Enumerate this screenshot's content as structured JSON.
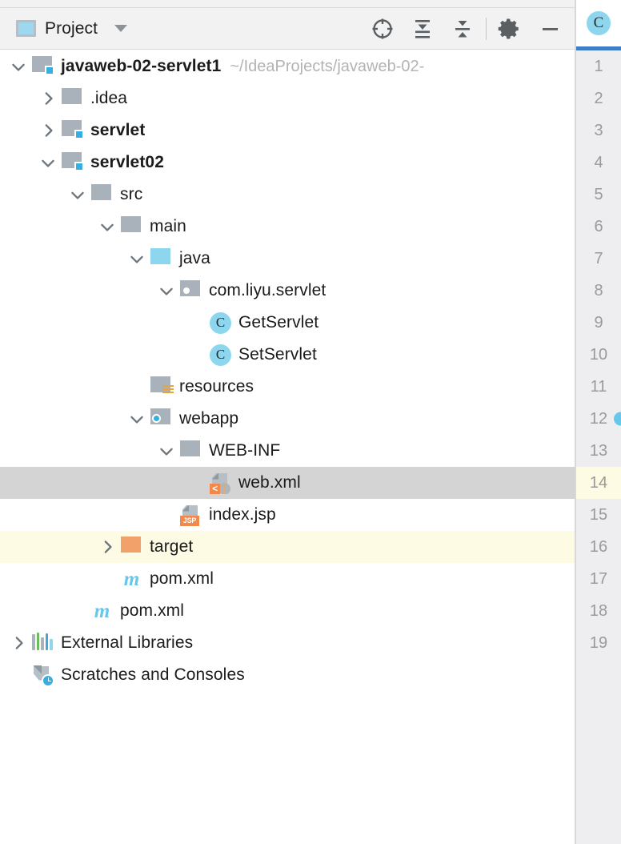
{
  "window": {
    "tool_window_title": "Project",
    "title_dropdown_icon": "chevron-down-icon",
    "panel_icon": "project-window-icon"
  },
  "toolbar": {
    "actions": [
      {
        "name": "select-opened-file-icon",
        "label": "Select Opened File"
      },
      {
        "name": "expand-all-icon",
        "label": "Expand All"
      },
      {
        "name": "collapse-all-icon",
        "label": "Collapse All"
      },
      {
        "name": "settings-gear-icon",
        "label": "Settings"
      },
      {
        "name": "hide-minimize-icon",
        "label": "Hide"
      }
    ]
  },
  "editor": {
    "tab_icon_letter": "C",
    "tab_icon_name": "java-class-icon",
    "line_numbers": [
      "1",
      "2",
      "3",
      "4",
      "5",
      "6",
      "7",
      "8",
      "9",
      "10",
      "11",
      "12",
      "13",
      "14",
      "15",
      "16",
      "17",
      "18",
      "19"
    ],
    "highlighted_line": "14",
    "marker_line": "12",
    "accent_color": "#3d7cc9"
  },
  "tree": {
    "nodes": [
      {
        "label": "javaweb-02-servlet1",
        "secondary": "~/IdeaProjects/javaweb-02-",
        "depth": 0,
        "arrow": "expanded",
        "icon": "module-folder-icon",
        "bold": true,
        "state": "normal"
      },
      {
        "label": ".idea",
        "secondary": "",
        "depth": 1,
        "arrow": "collapsed",
        "icon": "folder-icon",
        "bold": false,
        "state": "normal"
      },
      {
        "label": "servlet",
        "secondary": "",
        "depth": 1,
        "arrow": "collapsed",
        "icon": "module-folder-icon",
        "bold": true,
        "state": "normal"
      },
      {
        "label": "servlet02",
        "secondary": "",
        "depth": 1,
        "arrow": "expanded",
        "icon": "module-folder-icon",
        "bold": true,
        "state": "normal"
      },
      {
        "label": "src",
        "secondary": "",
        "depth": 2,
        "arrow": "expanded",
        "icon": "folder-icon",
        "bold": false,
        "state": "normal"
      },
      {
        "label": "main",
        "secondary": "",
        "depth": 3,
        "arrow": "expanded",
        "icon": "folder-icon",
        "bold": false,
        "state": "normal"
      },
      {
        "label": "java",
        "secondary": "",
        "depth": 4,
        "arrow": "expanded",
        "icon": "source-root-folder-icon",
        "bold": false,
        "state": "normal"
      },
      {
        "label": "com.liyu.servlet",
        "secondary": "",
        "depth": 5,
        "arrow": "expanded",
        "icon": "package-icon",
        "bold": false,
        "state": "normal"
      },
      {
        "label": "GetServlet",
        "secondary": "",
        "depth": 6,
        "arrow": "none",
        "icon": "java-class-icon",
        "bold": false,
        "state": "normal"
      },
      {
        "label": "SetServlet",
        "secondary": "",
        "depth": 6,
        "arrow": "none",
        "icon": "java-class-icon",
        "bold": false,
        "state": "normal"
      },
      {
        "label": "resources",
        "secondary": "",
        "depth": 4,
        "arrow": "none",
        "icon": "resources-root-folder-icon",
        "bold": false,
        "state": "normal"
      },
      {
        "label": "webapp",
        "secondary": "",
        "depth": 4,
        "arrow": "expanded",
        "icon": "web-root-folder-icon",
        "bold": false,
        "state": "normal"
      },
      {
        "label": "WEB-INF",
        "secondary": "",
        "depth": 5,
        "arrow": "expanded",
        "icon": "folder-icon",
        "bold": false,
        "state": "normal"
      },
      {
        "label": "web.xml",
        "secondary": "",
        "depth": 6,
        "arrow": "none",
        "icon": "xml-file-icon",
        "bold": false,
        "state": "selected"
      },
      {
        "label": "index.jsp",
        "secondary": "",
        "depth": 5,
        "arrow": "none",
        "icon": "jsp-file-icon",
        "bold": false,
        "state": "normal"
      },
      {
        "label": "target",
        "secondary": "",
        "depth": 3,
        "arrow": "collapsed",
        "icon": "excluded-folder-icon",
        "bold": false,
        "state": "excluded"
      },
      {
        "label": "pom.xml",
        "secondary": "",
        "depth": 3,
        "arrow": "none",
        "icon": "maven-file-icon",
        "bold": false,
        "state": "normal"
      },
      {
        "label": "pom.xml",
        "secondary": "",
        "depth": 2,
        "arrow": "none",
        "icon": "maven-file-icon",
        "bold": false,
        "state": "normal"
      },
      {
        "label": "External Libraries",
        "secondary": "",
        "depth": 0,
        "arrow": "collapsed",
        "icon": "external-libraries-icon",
        "bold": false,
        "state": "normal"
      },
      {
        "label": "Scratches and Consoles",
        "secondary": "",
        "depth": 0,
        "arrow": "none",
        "icon": "scratches-icon",
        "bold": false,
        "state": "normal"
      }
    ]
  },
  "colors": {
    "selection": "#d4d4d4",
    "excluded_highlight": "#fdfbe4",
    "folder_gray": "#a9b2ba",
    "folder_blue": "#8ed6ee",
    "folder_orange": "#f2a16a",
    "badge_blue": "#35aee0",
    "badge_orange": "#f2884a",
    "maven_blue": "#69c6ea",
    "header_bg": "#f2f2f2",
    "gutter_bg": "#eeeef0"
  }
}
